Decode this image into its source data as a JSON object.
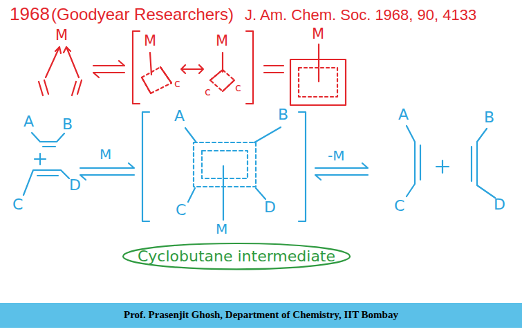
{
  "diagram": {
    "nodes": [
      {
        "text": [
          "Cyclobutane intermediate"
        ]
      },
      {
        "text": [
          "Prof. Prasenjit Ghosh, Department of Chemistry, IIT Bombay"
        ]
      }
    ],
    "labels": [
      "1968",
      "(Goodyear Researchers)",
      "J. Am. Chem. Soc. 1968, 90, 4133",
      "M",
      "M",
      "c",
      "c",
      "M",
      "c",
      "M",
      "A",
      "B",
      "C",
      "D",
      "M",
      "A",
      "B",
      "C",
      "D",
      "M",
      "-M",
      "A",
      "C",
      "B",
      "D"
    ]
  }
}
